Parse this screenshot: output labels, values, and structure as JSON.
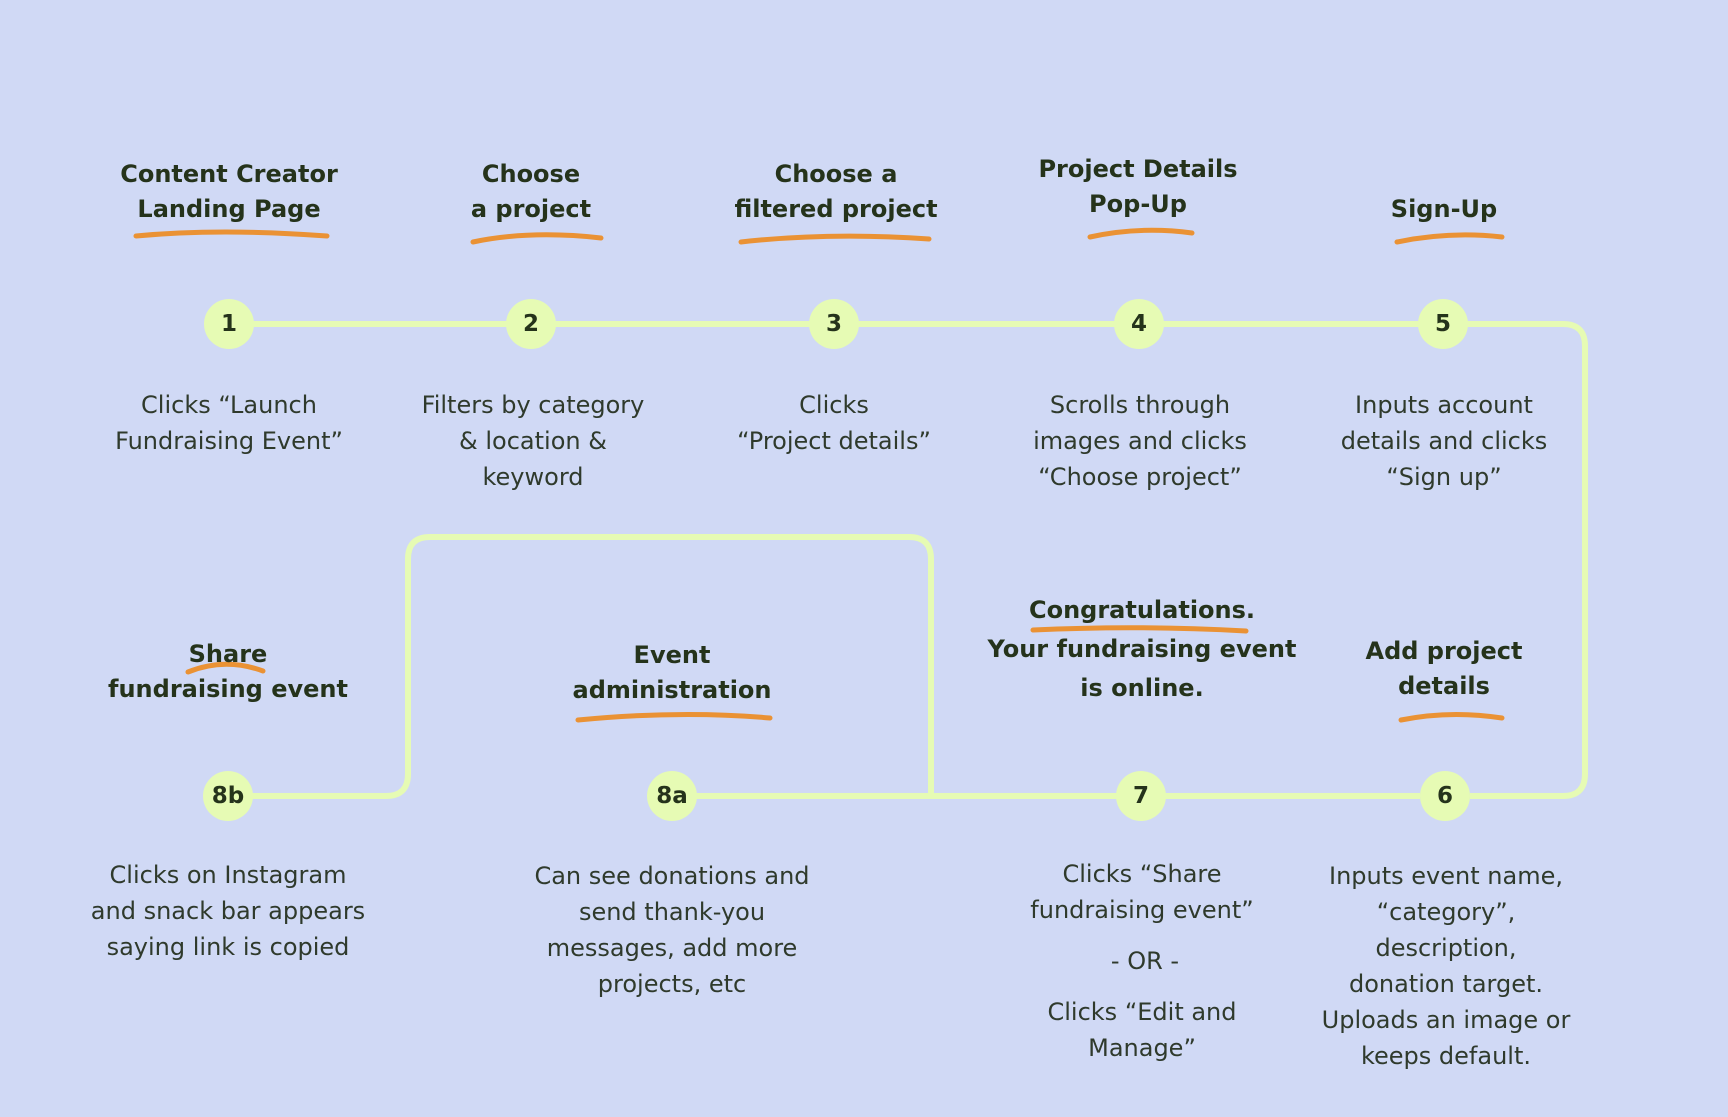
{
  "colors": {
    "background": "#d0d9f5",
    "connector": "#e6fbb4",
    "underline": "#ea9234",
    "text": "#25331b"
  },
  "steps": [
    {
      "id": "1",
      "node": "1",
      "title": "Content Creator\nLanding Page",
      "desc": "Clicks “Launch\nFundraising Event”"
    },
    {
      "id": "2",
      "node": "2",
      "title": "Choose\na project",
      "desc": "Filters by category\n& location &\nkeyword"
    },
    {
      "id": "3",
      "node": "3",
      "title": "Choose a\nfiltered project",
      "desc": "Clicks\n“Project details”"
    },
    {
      "id": "4",
      "node": "4",
      "title": "Project Details\nPop-Up",
      "desc": "Scrolls through\nimages and clicks\n“Choose project”"
    },
    {
      "id": "5",
      "node": "5",
      "title": "Sign-Up",
      "desc": "Inputs account\ndetails and clicks\n“Sign up”"
    },
    {
      "id": "6",
      "node": "6",
      "title": "Add project\ndetails",
      "desc": "Inputs event name,\n“category”, description,\ndonation target.\nUploads an image or\nkeeps default."
    },
    {
      "id": "7",
      "node": "7",
      "title": "Congratulations.\nYour fundraising event\nis online.",
      "desc": "Clicks “Share\nfundraising event”",
      "or_label": "- OR -",
      "desc_alt": "Clicks “Edit and\nManage”"
    },
    {
      "id": "8a",
      "node": "8a",
      "title": "Event\nadministration",
      "desc": "Can see donations and\nsend thank-you\nmessages, add more\nprojects, etc"
    },
    {
      "id": "8b",
      "node": "8b",
      "title": "Share\nfundraising event",
      "desc": "Clicks on Instagram\nand snack bar appears\nsaying link is copied"
    }
  ]
}
